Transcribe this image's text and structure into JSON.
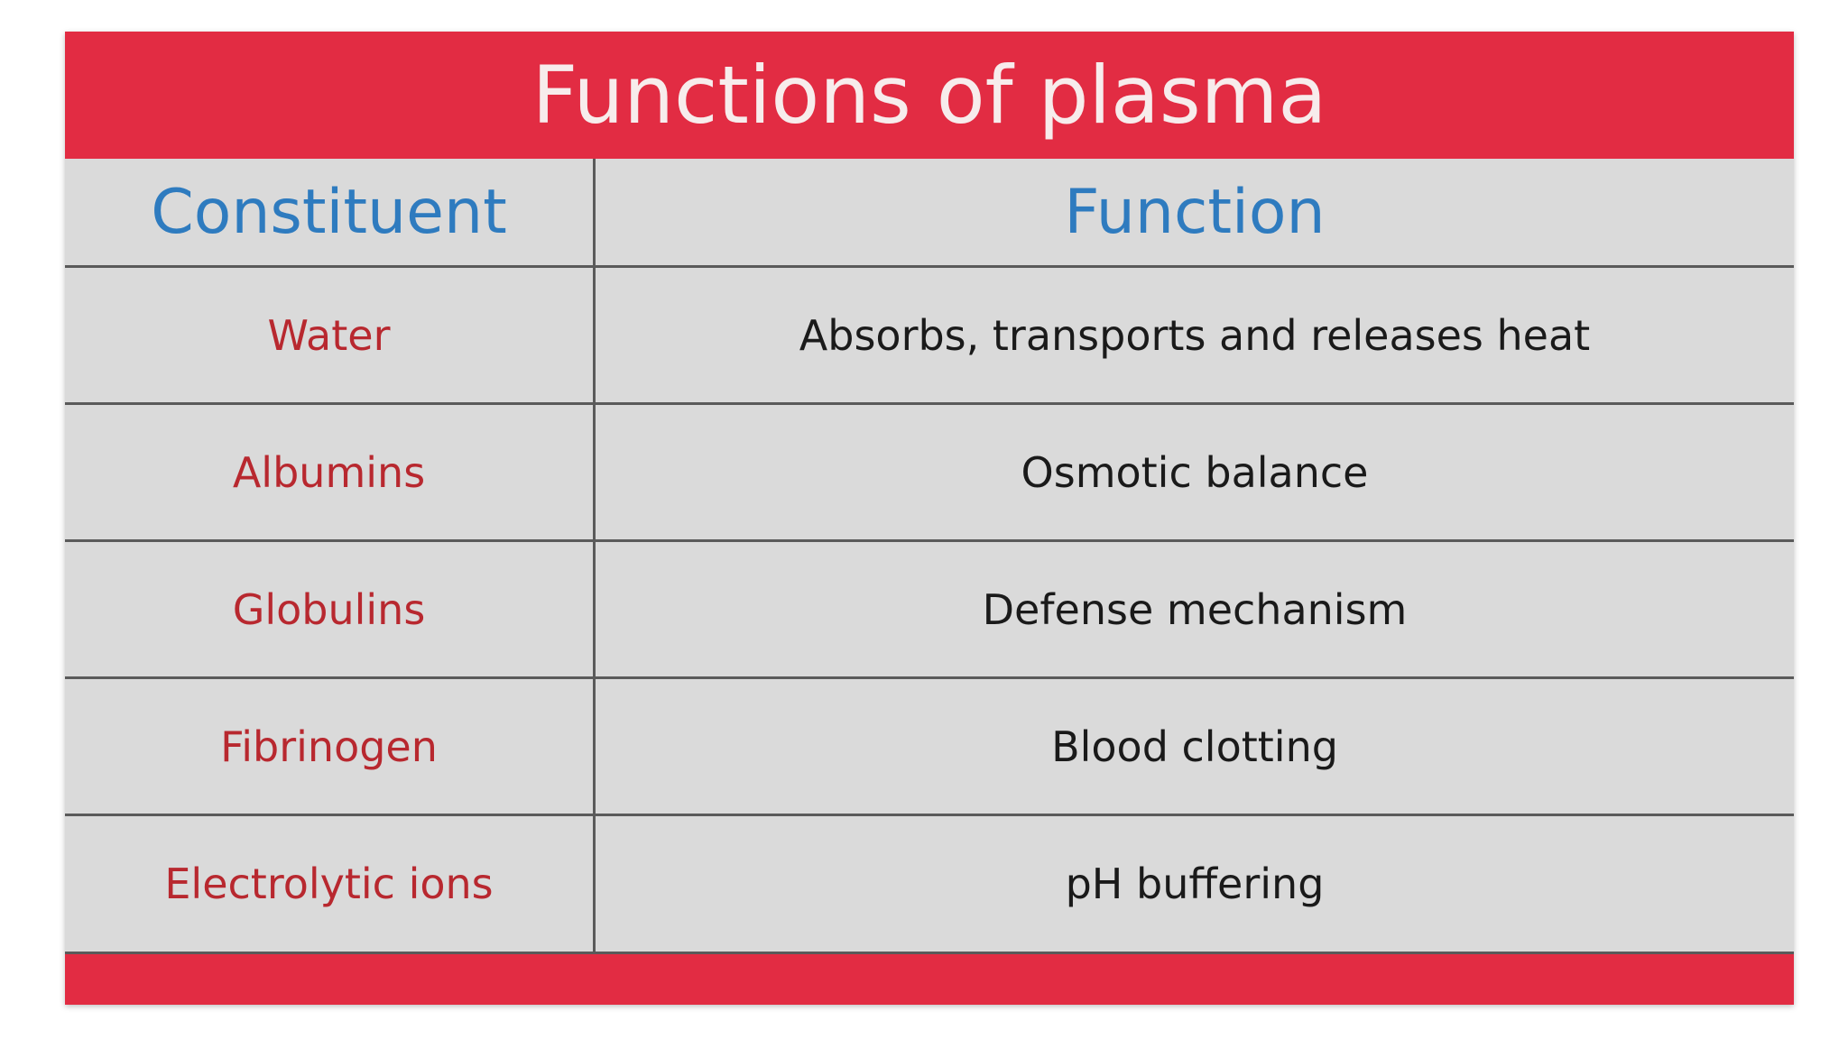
{
  "title": "Functions of plasma",
  "table": {
    "headers": [
      "Constituent",
      "Function"
    ],
    "rows": [
      {
        "constituent": "Water",
        "function": "Absorbs, transports and releases heat"
      },
      {
        "constituent": "Albumins",
        "function": "Osmotic balance"
      },
      {
        "constituent": "Globulins",
        "function": "Defense mechanism"
      },
      {
        "constituent": "Fibrinogen",
        "function": "Blood clotting"
      },
      {
        "constituent": "Electrolytic ions",
        "function": "pH buffering"
      }
    ]
  },
  "colors": {
    "banner_red": "#e22c43",
    "table_bg": "#dadada",
    "header_text_blue": "#2e7bbf",
    "constituent_text_red": "#b8282f",
    "function_text": "#1a1a1a",
    "title_text": "#f7ecec",
    "grid_line": "#5a5a5a"
  }
}
